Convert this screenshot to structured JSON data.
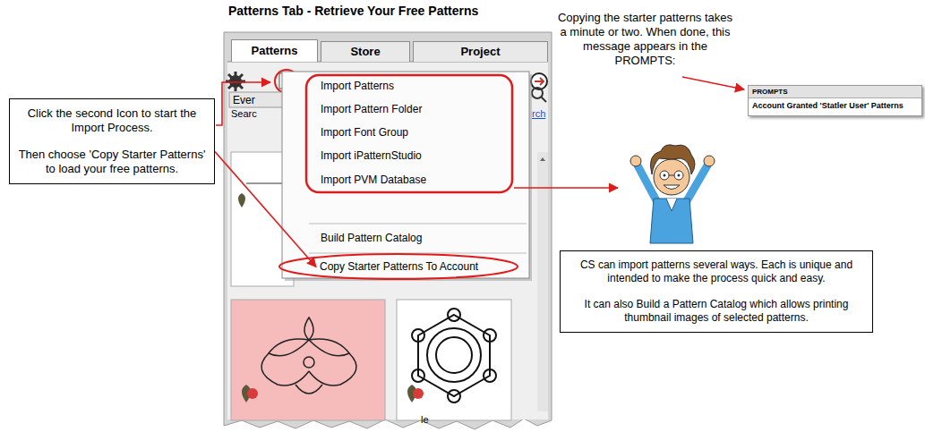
{
  "diagram": {
    "title": "Patterns Tab - Retrieve Your Free Patterns",
    "nodes": [
      {
        "text": [
          "Click the second Icon to start the Import Process.",
          "Then choose 'Copy Starter Patterns' to load your free patterns."
        ]
      },
      {
        "text": [
          "Patterns"
        ]
      },
      {
        "text": [
          "Store"
        ]
      },
      {
        "text": [
          "Project"
        ]
      },
      {
        "text": [
          "Import Patterns"
        ]
      },
      {
        "text": [
          "Import Pattern Folder"
        ]
      },
      {
        "text": [
          "Import Font Group"
        ]
      },
      {
        "text": [
          "Import iPatternStudio"
        ]
      },
      {
        "text": [
          "Import PVM Database"
        ]
      },
      {
        "text": [
          "Build Pattern Catalog"
        ]
      },
      {
        "text": [
          "Copy Starter Patterns To Account"
        ]
      },
      {
        "text": [
          "PROMPTS",
          "Account Granted 'Statler User' Patterns"
        ]
      },
      {
        "text": [
          "CS can import patterns several ways. Each is unique and intended to make the process quick and easy.",
          "It can also Build a Pattern Catalog which allows printing thumbnail images of selected patterns."
        ]
      }
    ],
    "edges": [
      {
        "from": 0,
        "to": 10,
        "arrow": "to"
      }
    ],
    "labels": [
      "Copying the starter patterns takes a minute or two. When done, this message appears in the PROMPTS:",
      "Ever",
      "Searc",
      "rch",
      "le"
    ]
  }
}
